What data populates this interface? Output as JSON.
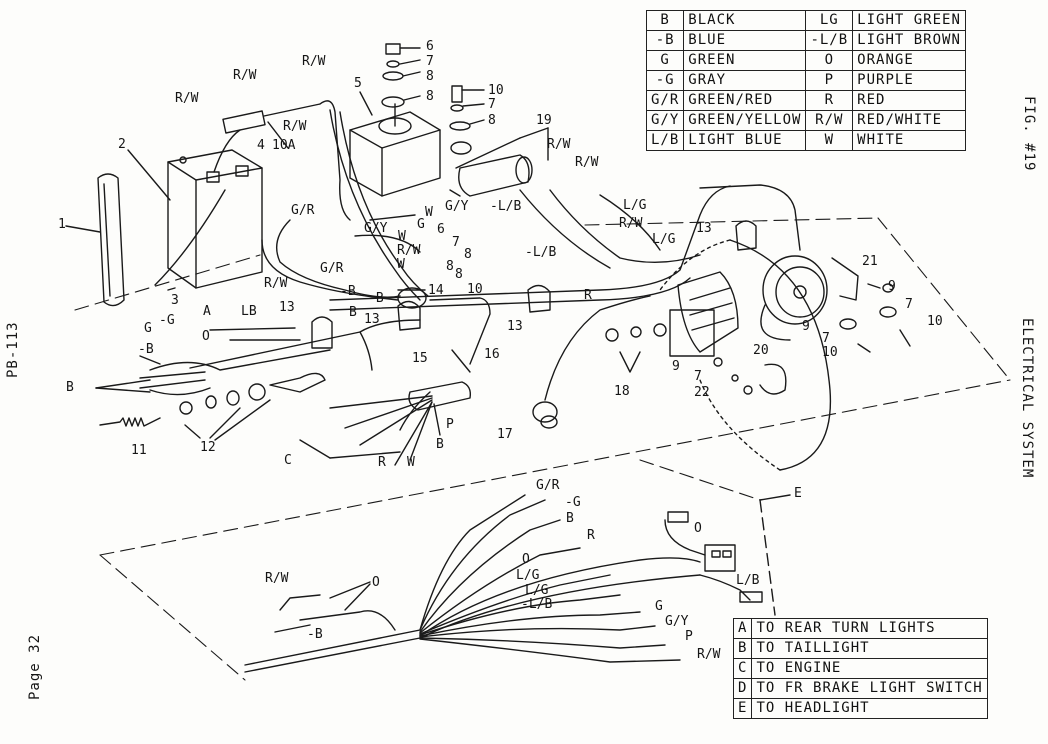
{
  "figure": "FIG. #19",
  "section": "ELECTRICAL SYSTEM",
  "doc_code": "PB-113",
  "page": "Page 32",
  "color_legend": [
    {
      "code": "B",
      "color": "BLACK",
      "code2": "LG",
      "color2": "LIGHT GREEN"
    },
    {
      "code": "-B",
      "color": "BLUE",
      "code2": "-L/B",
      "color2": "LIGHT BROWN"
    },
    {
      "code": "G",
      "color": "GREEN",
      "code2": "O",
      "color2": "ORANGE"
    },
    {
      "code": "-G",
      "color": "GRAY",
      "code2": "P",
      "color2": "PURPLE"
    },
    {
      "code": "G/R",
      "color": "GREEN/RED",
      "code2": "R",
      "color2": "RED"
    },
    {
      "code": "G/Y",
      "color": "GREEN/YELLOW",
      "code2": "R/W",
      "color2": "RED/WHITE"
    },
    {
      "code": "L/B",
      "color": "LIGHT BLUE",
      "code2": "W",
      "color2": "WHITE"
    }
  ],
  "connector_legend": [
    {
      "key": "A",
      "text": "TO REAR TURN LIGHTS"
    },
    {
      "key": "B",
      "text": "TO TAILLIGHT"
    },
    {
      "key": "C",
      "text": "TO ENGINE"
    },
    {
      "key": "D",
      "text": "TO FR BRAKE LIGHT SWITCH"
    },
    {
      "key": "E",
      "text": "TO HEADLIGHT"
    }
  ],
  "callouts": {
    "n1": "1",
    "n2": "2",
    "n3": "3",
    "n4": "4",
    "n5": "5",
    "n6a": "6",
    "n7a": "7",
    "n8a": "8",
    "n8b": "8",
    "n10a": "10",
    "n7b": "7",
    "n8c": "8",
    "n19": "19",
    "n6b": "6",
    "n7c": "7",
    "n8d": "8",
    "n8e": "8",
    "n10b": "10",
    "n13a": "13",
    "n13b": "13",
    "n13c": "13",
    "n13d": "13",
    "n14": "14",
    "n15": "15",
    "n16": "16",
    "n17": "17",
    "n18": "18",
    "n9a": "9",
    "n7d": "7",
    "n22": "22",
    "n20": "20",
    "n21": "21",
    "n9b": "9",
    "n9c": "9",
    "n7e": "7",
    "n7f": "7",
    "n10c": "10",
    "n10d": "10",
    "n11": "11",
    "n12": "12",
    "n10A": "10A"
  },
  "wire_labels": {
    "rw1": "R/W",
    "rw2": "R/W",
    "rw3": "R/W",
    "rw4": "R/W",
    "rw5": "R/W",
    "rw6": "R/W",
    "rw7": "R/W",
    "rw8": "R/W",
    "gr1": "G/R",
    "gr2": "G/R",
    "gy1": "G/Y",
    "gy2": "G/Y",
    "w1": "W",
    "w2": "W",
    "w3": "W",
    "lb1": "-L/B",
    "lb2": "-L/B",
    "lg1": "L/G",
    "lg2": "L/G",
    "g1": "G",
    "mb1": "-B",
    "mb2": "-B",
    "r1": "R",
    "r2": "R",
    "a": "A",
    "lb": "LB",
    "o1": "O",
    "gg": "G",
    "mg": "-G",
    "mb3": "-B",
    "bB": "B",
    "p1": "P",
    "b2": "B",
    "c": "C",
    "e": "E"
  },
  "harness_labels": {
    "gr": "G/R",
    "mg": "-G",
    "b": "B",
    "r": "R",
    "o": "O",
    "lg": "L/G",
    "mlb": "-L/B",
    "g": "G",
    "gy": "G/Y",
    "p": "P",
    "rw": "R/W",
    "lb": "L/B",
    "o2": "O",
    "rw2": "R/W",
    "o3": "O",
    "mb": "-B"
  }
}
